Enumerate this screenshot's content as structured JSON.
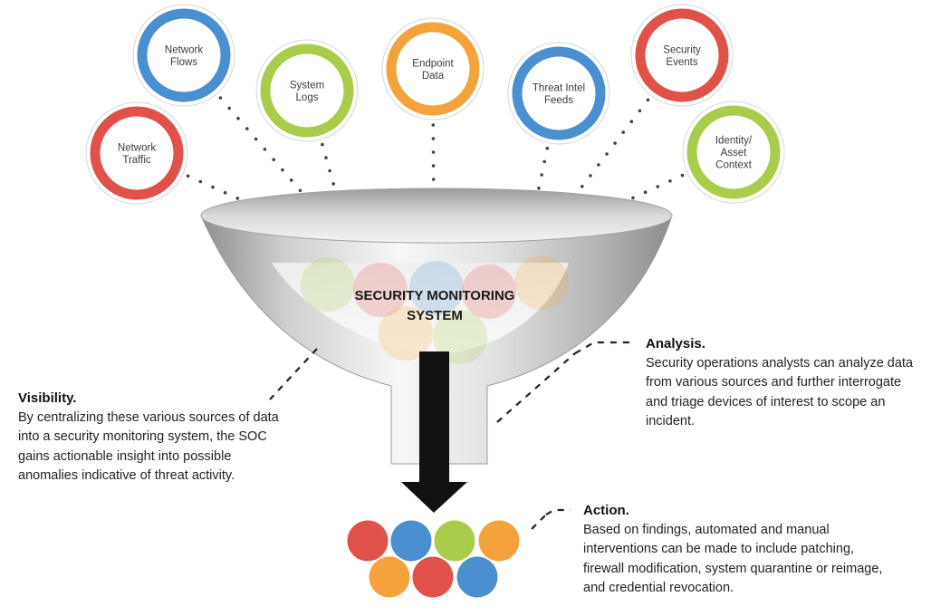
{
  "sources": [
    {
      "lines": [
        "Network",
        "Traffic"
      ],
      "color": "#e0514a"
    },
    {
      "lines": [
        "Network",
        "Flows"
      ],
      "color": "#4a90d0"
    },
    {
      "lines": [
        "System",
        "Logs"
      ],
      "color": "#a9cc4a"
    },
    {
      "lines": [
        "Endpoint",
        "Data"
      ],
      "color": "#f4a23c"
    },
    {
      "lines": [
        "Threat Intel",
        "Feeds"
      ],
      "color": "#4a90d0"
    },
    {
      "lines": [
        "Security",
        "Events"
      ],
      "color": "#e0514a"
    },
    {
      "lines": [
        "Identity/",
        "Asset",
        "Context"
      ],
      "color": "#a9cc4a"
    }
  ],
  "funnel": {
    "title_lines": [
      "SECURITY MONITORING",
      "SYSTEM"
    ]
  },
  "visibility": {
    "heading": "Visibility.",
    "body": "By centralizing these various sources of data into a security monitoring system, the SOC gains actionable insight into possible anomalies indicative of threat activity."
  },
  "analysis": {
    "heading": "Analysis.",
    "body": "Security operations analysts can analyze data from various sources and further interrogate and triage devices of interest to scope an incident."
  },
  "action": {
    "heading": "Action.",
    "body": "Based on findings, automated and manual interventions can be made to include patching, firewall modification, system quarantine or reimage, and credential revocation."
  },
  "output_dots": {
    "row1": [
      "#e0514a",
      "#4a90d0",
      "#a9cc4a",
      "#f4a23c"
    ],
    "row2": [
      "#f4a23c",
      "#e0514a",
      "#4a90d0"
    ]
  }
}
